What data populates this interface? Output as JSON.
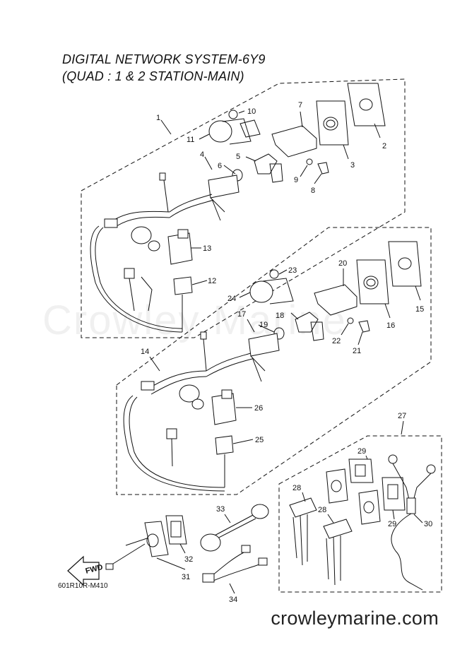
{
  "title": {
    "line1": "DIGITAL NETWORK SYSTEM-6Y9",
    "line2": "(QUAD : 1 & 2 STATION-MAIN)"
  },
  "labels": [
    "1",
    "2",
    "3",
    "4",
    "5",
    "6",
    "7",
    "8",
    "9",
    "10",
    "11",
    "12",
    "13",
    "14",
    "15",
    "16",
    "17",
    "18",
    "19",
    "20",
    "21",
    "22",
    "23",
    "24",
    "25",
    "26",
    "27",
    "28",
    "28",
    "29",
    "29",
    "30",
    "31",
    "32",
    "33",
    "34"
  ],
  "fwd_badge": "FWD",
  "drawing_code": "601R10R-M410",
  "watermark": "Crowley Marine",
  "website": "crowleymarine.com"
}
